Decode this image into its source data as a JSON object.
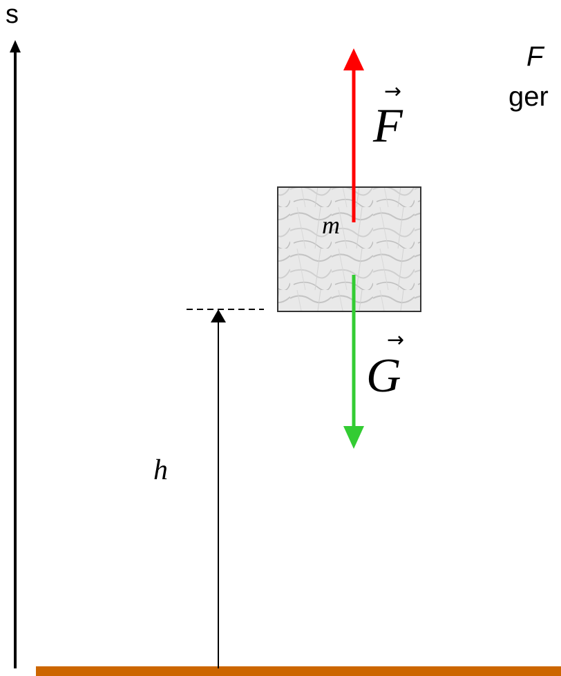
{
  "axis": {
    "label": "s"
  },
  "caption": {
    "line1": "F",
    "line2": "ger"
  },
  "vectors": {
    "force_label": "F",
    "weight_label": "G",
    "force_color": "#ff0000",
    "weight_color": "#33cc33"
  },
  "mass": {
    "label": "m"
  },
  "height": {
    "label": "h"
  },
  "colors": {
    "ground": "#cc6600",
    "block_fill": "#e8e8e8",
    "block_border": "#333333"
  }
}
